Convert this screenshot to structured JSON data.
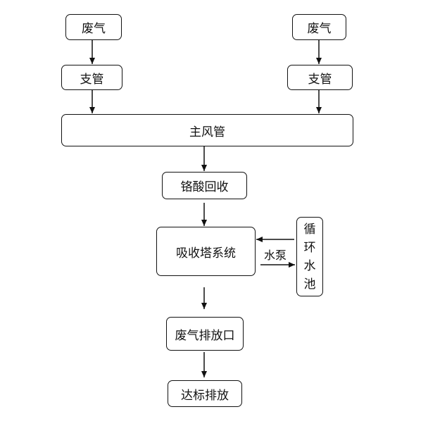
{
  "diagram": {
    "nodes": {
      "exhaust_left": "废气",
      "exhaust_right": "废气",
      "branch_left": "支管",
      "branch_right": "支管",
      "main_duct": "主风管",
      "chrome_recovery": "铬酸回收",
      "absorption_tower": "吸收塔系统",
      "exhaust_outlet": "废气排放口",
      "compliant_discharge": "达标排放",
      "circulating_pool": [
        "循",
        "环",
        "水",
        "池"
      ]
    },
    "edge_labels": {
      "water_pump": "水泵"
    },
    "edges": [
      {
        "from": "exhaust_left",
        "to": "branch_left"
      },
      {
        "from": "exhaust_right",
        "to": "branch_right"
      },
      {
        "from": "branch_left",
        "to": "main_duct"
      },
      {
        "from": "branch_right",
        "to": "main_duct"
      },
      {
        "from": "main_duct",
        "to": "chrome_recovery"
      },
      {
        "from": "chrome_recovery",
        "to": "absorption_tower"
      },
      {
        "from": "circulating_pool",
        "to": "absorption_tower"
      },
      {
        "from": "absorption_tower",
        "to": "circulating_pool",
        "label": "水泵"
      },
      {
        "from": "absorption_tower",
        "to": "exhaust_outlet"
      },
      {
        "from": "exhaust_outlet",
        "to": "compliant_discharge"
      }
    ]
  }
}
